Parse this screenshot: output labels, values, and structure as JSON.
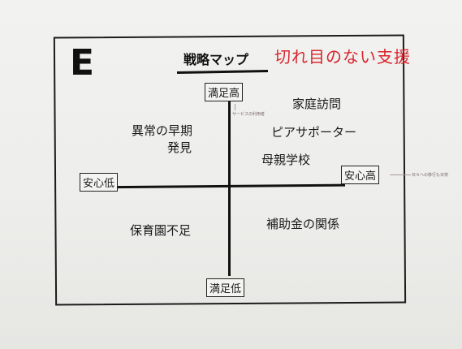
{
  "page": {
    "letter": "E",
    "title": "戦略マップ",
    "red_note": "切れ目のない支援"
  },
  "axes": {
    "top": "満足高",
    "bottom": "満足低",
    "left": "安心低",
    "right": "安心高",
    "top_small_note": "サービスの利用者",
    "right_small_note": "日々への移行も日常"
  },
  "quadrants": {
    "top_left": [
      "異常の早期",
      "発見"
    ],
    "top_right": [
      "家庭訪問",
      "ピアサポーター",
      "母親学校"
    ],
    "bottom_left": [
      "保育園不足"
    ],
    "bottom_right": [
      "補助金の関係"
    ]
  },
  "colors": {
    "ink": "#1a1a1a",
    "red_ink": "#d8252f"
  }
}
